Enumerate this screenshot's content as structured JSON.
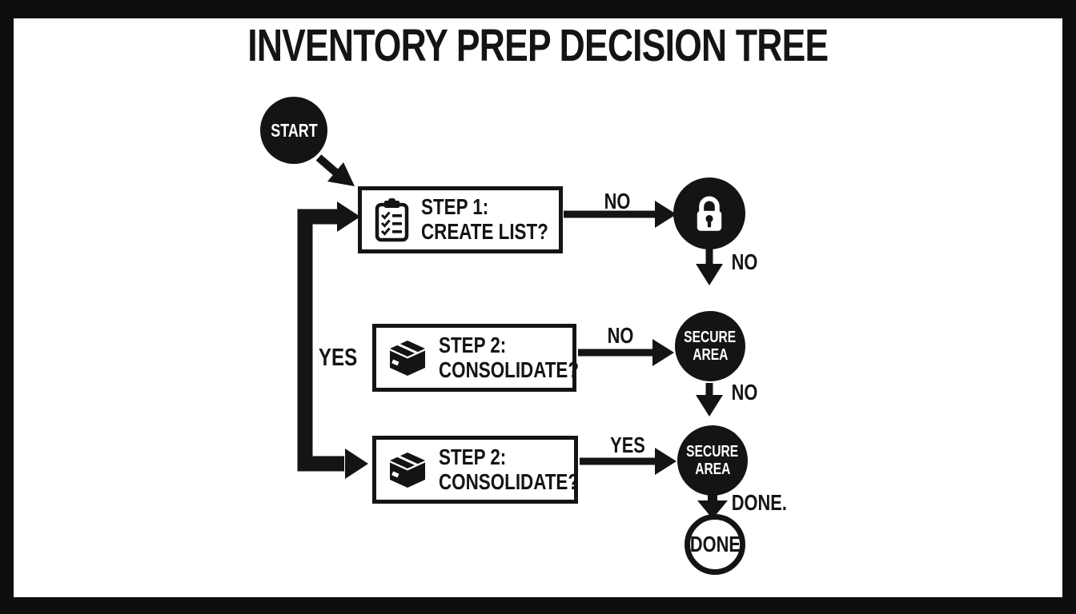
{
  "title": "INVENTORY PREP DECISION TREE",
  "colors": {
    "ink": "#141414",
    "paper": "#ffffff"
  },
  "nodes": {
    "start": {
      "label": "START"
    },
    "step1": {
      "line1": "STEP 1:",
      "line2": "CREATE LIST?",
      "icon": "clipboard-checklist-icon"
    },
    "lock": {
      "icon": "padlock-icon"
    },
    "step2a": {
      "line1": "STEP 2:",
      "line2": "CONSOLIDATE?",
      "icon": "package-box-icon"
    },
    "secure1": {
      "line1": "SECURE",
      "line2": "AREA"
    },
    "step2b": {
      "line1": "STEP 2:",
      "line2": "CONSOLIDATE?",
      "icon": "package-box-icon"
    },
    "secure2": {
      "line1": "SECURE",
      "line2": "AREA"
    },
    "done": {
      "label": "DONE"
    }
  },
  "edges": {
    "step1_no": "NO",
    "lock_no": "NO",
    "step2a_no": "NO",
    "secure1_no": "NO",
    "step2b_yes": "YES",
    "branch_yes": "YES",
    "secure2_done": "DONE."
  }
}
